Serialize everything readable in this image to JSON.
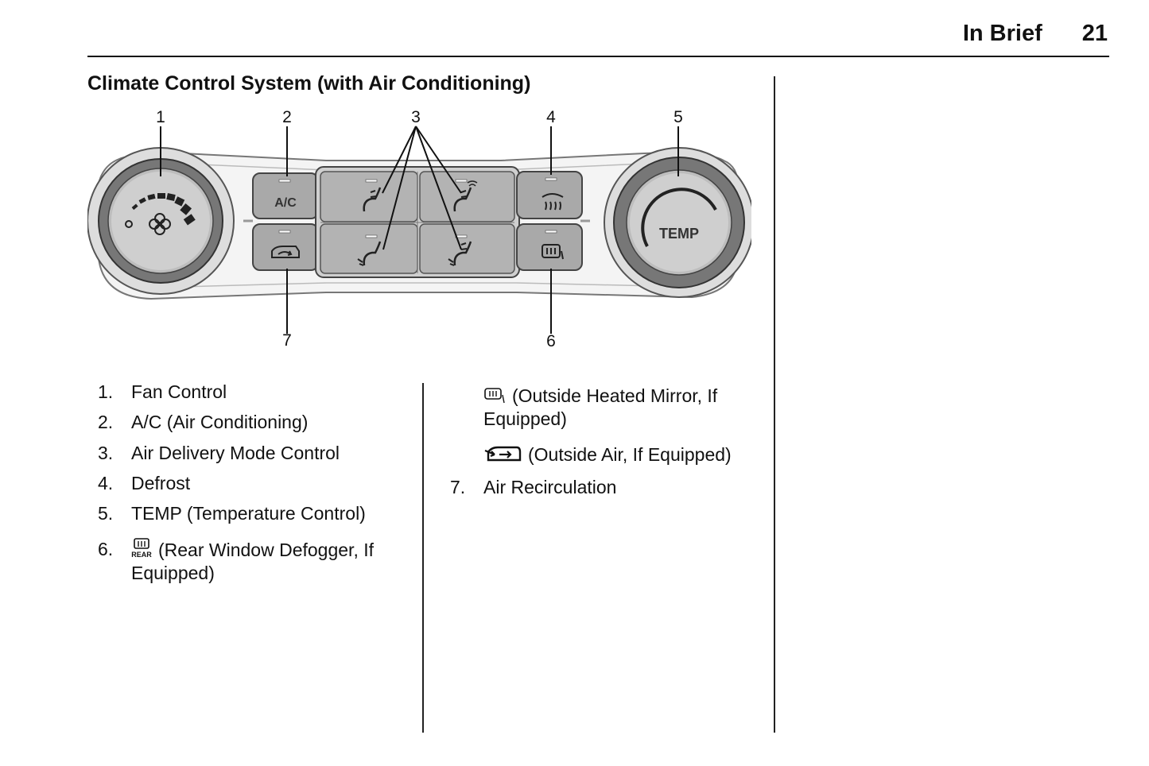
{
  "header": {
    "section": "In Brief",
    "page_number": "21"
  },
  "title": "Climate Control System (with Air Conditioning)",
  "figure": {
    "callouts": [
      "1",
      "2",
      "3",
      "4",
      "5",
      "6",
      "7"
    ],
    "ac_label": "A/C",
    "temp_label": "TEMP"
  },
  "left_list": [
    {
      "num": "1.",
      "text": "Fan Control"
    },
    {
      "num": "2.",
      "text": "A/C (Air Conditioning)"
    },
    {
      "num": "3.",
      "text": "Air Delivery Mode Control"
    },
    {
      "num": "4.",
      "text": "Defrost"
    },
    {
      "num": "5.",
      "text": "TEMP (Temperature Control)"
    },
    {
      "num": "6.",
      "text": "(Rear Window Defogger, If Equipped)",
      "icon": "rear-defogger-icon",
      "icon_text": "REAR"
    }
  ],
  "right_list": [
    {
      "text": "(Outside Heated Mirror, If Equipped)",
      "icon": "heated-mirror-icon"
    },
    {
      "text": "(Outside Air, If Equipped)",
      "icon": "outside-air-icon"
    },
    {
      "num": "7.",
      "text": "Air Recirculation"
    }
  ]
}
